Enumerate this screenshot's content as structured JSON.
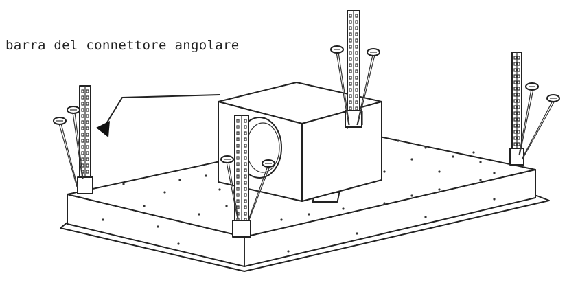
{
  "diagram": {
    "callout_label": "barra del connettore angolare",
    "parts": [
      "hood-base-plate",
      "motor-box",
      "corner-connector-bars",
      "screws"
    ]
  }
}
